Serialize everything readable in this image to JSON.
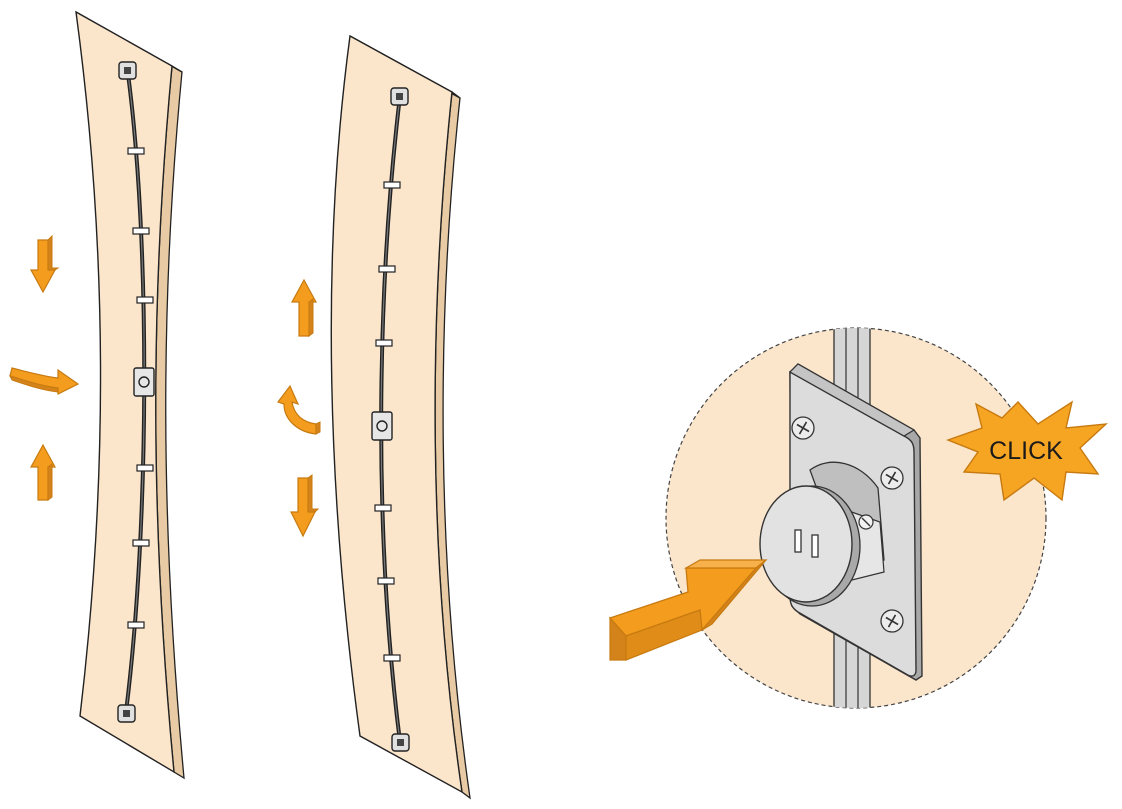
{
  "colors": {
    "panel_fill": "#fbe6cc",
    "outline": "#222222",
    "arrow_fill": "#f39c1d",
    "arrow_shade": "#c77a10",
    "burst_fill": "#f6a523",
    "detail_circle_fill": "#fbe6cc",
    "bracket_fill": "#d9d9d9",
    "bracket_shade": "#a8a8a8"
  },
  "panels": {
    "left": {
      "bend": "concave",
      "arrows": [
        "down-arrow",
        "curved-right-arrow",
        "up-arrow"
      ]
    },
    "right": {
      "bend": "convex",
      "arrows": [
        "up-arrow",
        "curved-up-arrow",
        "down-arrow"
      ]
    }
  },
  "detail": {
    "burst_text": "CLICK",
    "icons": [
      "screw-icon",
      "push-arrow-icon",
      "click-burst-icon"
    ]
  }
}
